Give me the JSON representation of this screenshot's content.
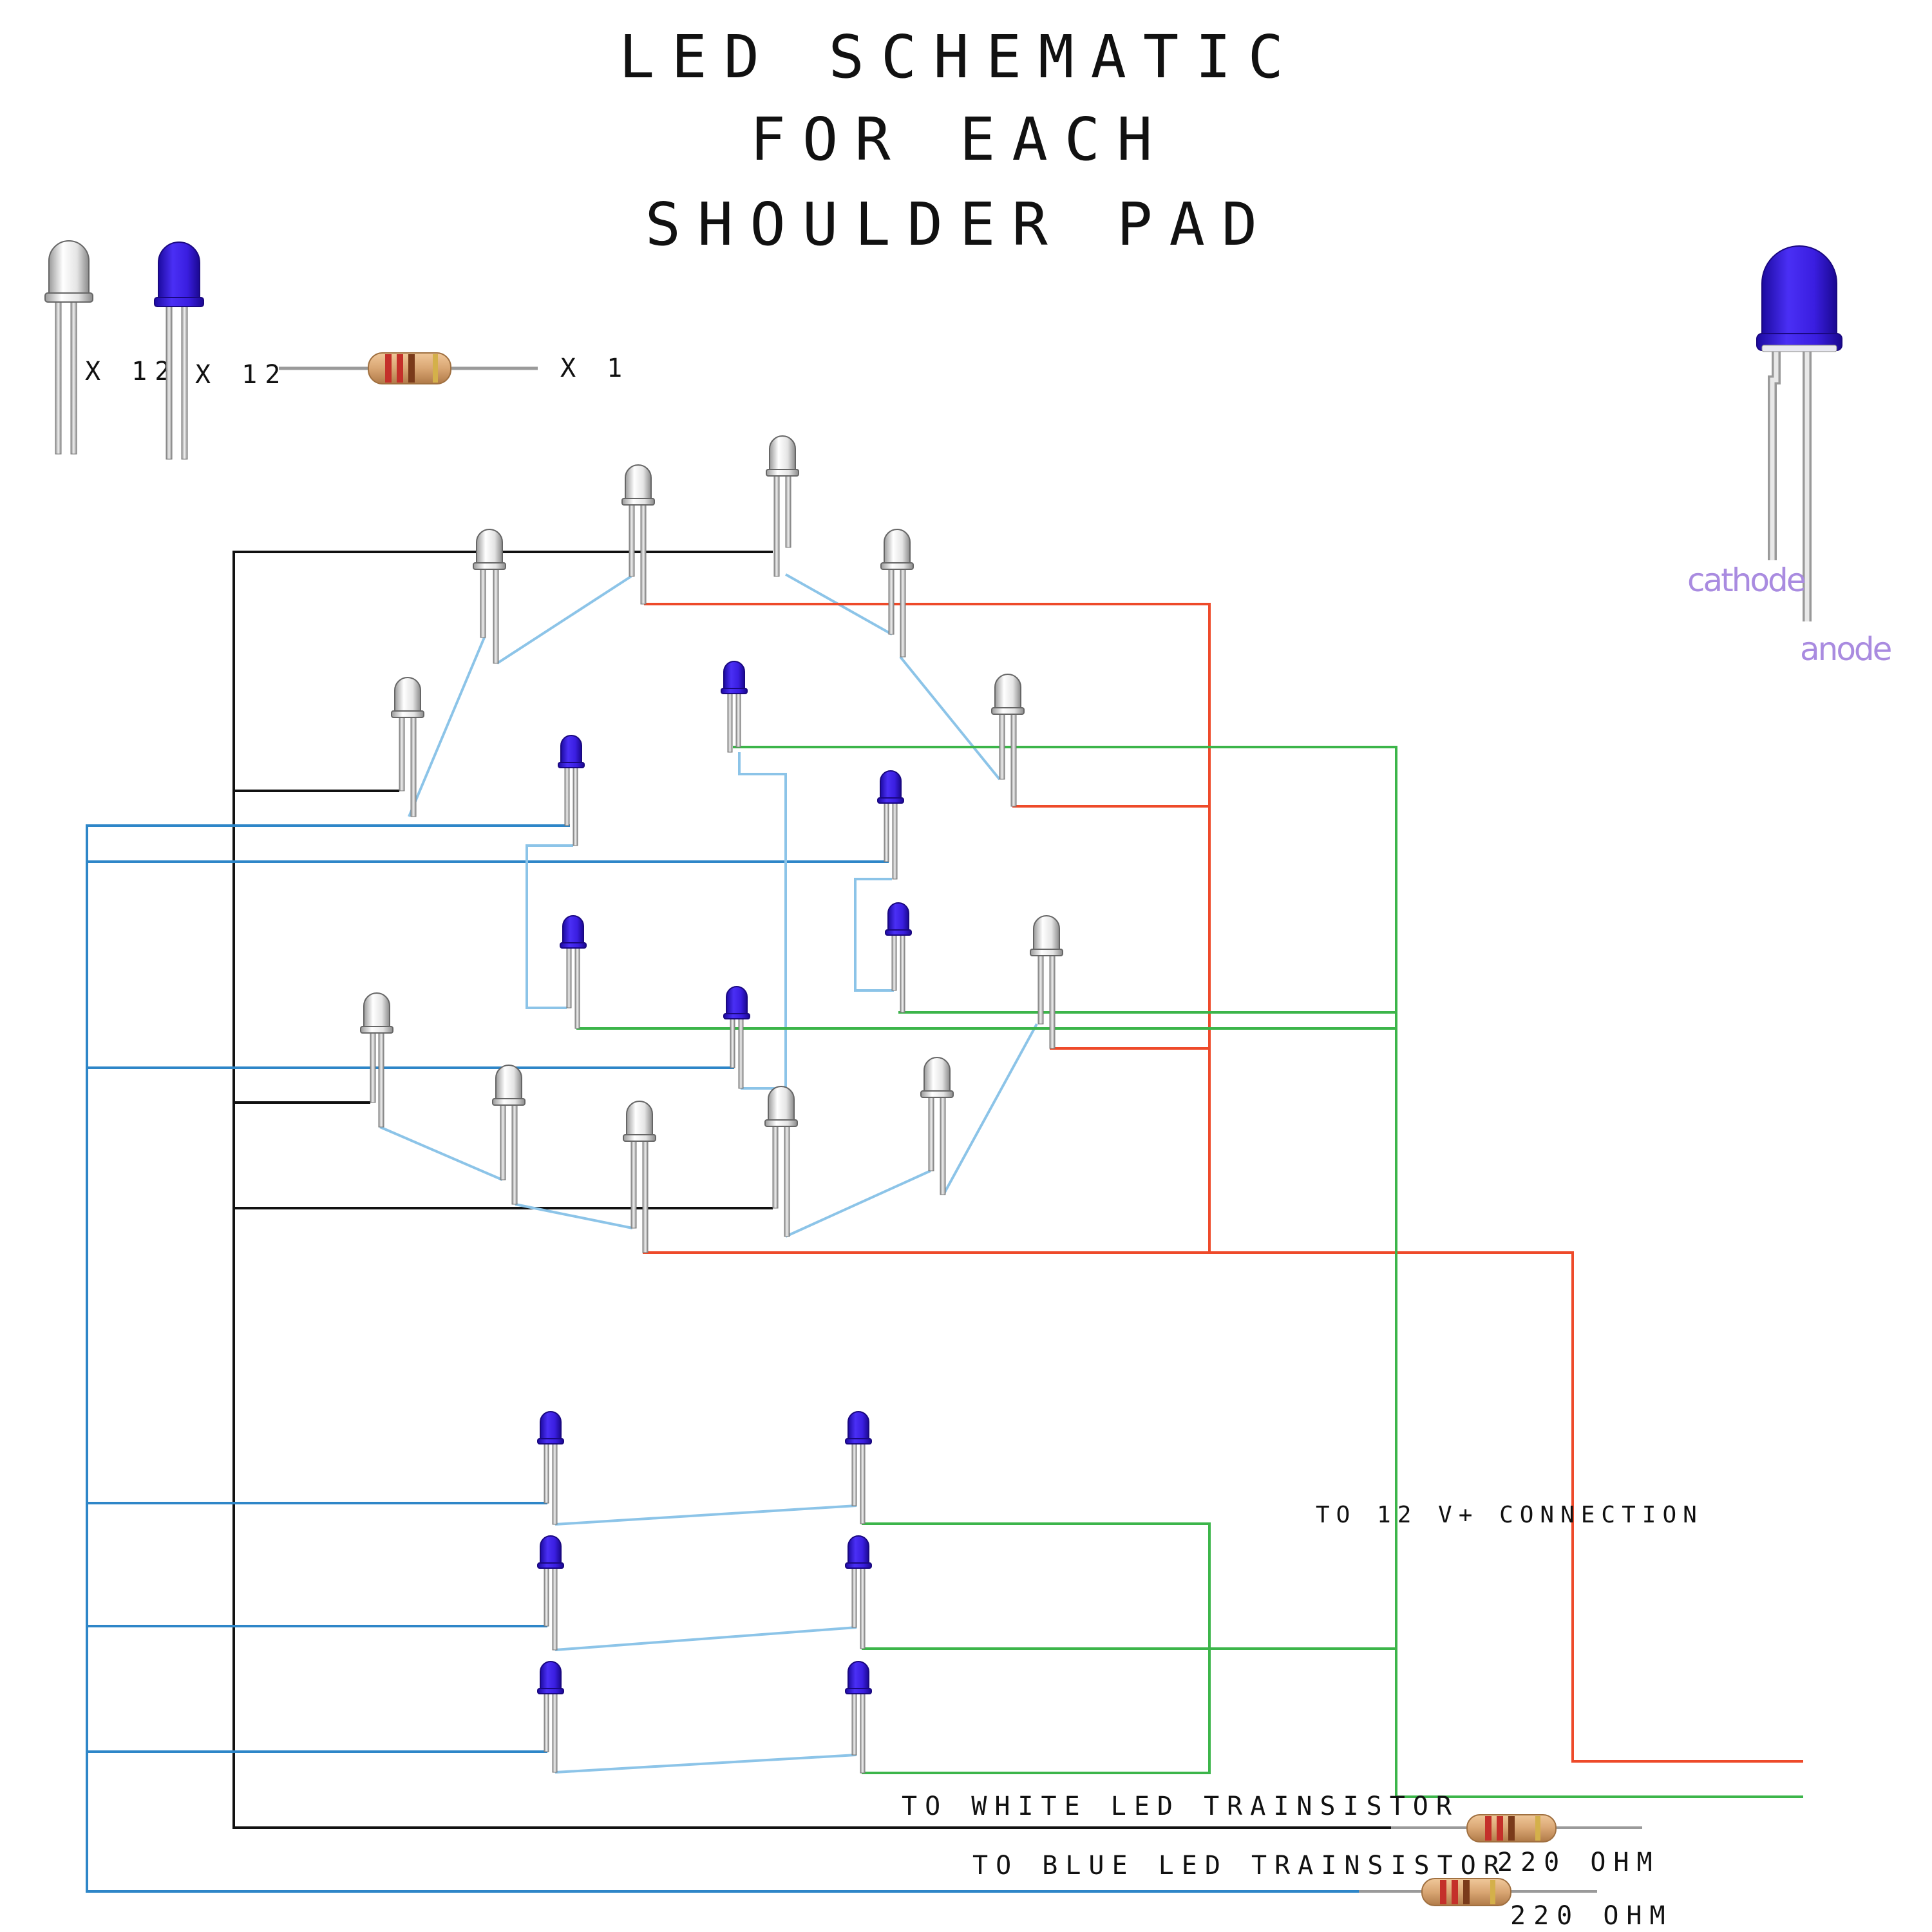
{
  "title": {
    "line1": "LED SCHEMATIC",
    "line2": "FOR EACH",
    "line3": "SHOULDER PAD"
  },
  "legend": {
    "white_led_qty": "X 12",
    "blue_led_qty": "X 12",
    "resistor_qty": "X 1"
  },
  "pinout": {
    "cathode": "cathode",
    "anode": "anode"
  },
  "labels": {
    "to_12v": "TO 12 V+ CONNECTION",
    "to_white_transistor": "TO WHITE LED TRAINSISTOR",
    "to_blue_transistor": "TO BLUE LED TRAINSISTOR",
    "resistor_white": "220 OHM",
    "resistor_blue": "220 OHM"
  },
  "colors": {
    "white_led_wire": "#111111",
    "blue_led_wire": "#2e86c8",
    "series_link": "#8cc4e8",
    "positive_red": "#ee4a2a",
    "positive_green": "#3cb54a",
    "blue_led": "#3a1ee0",
    "pin_label": "#a98be0"
  }
}
